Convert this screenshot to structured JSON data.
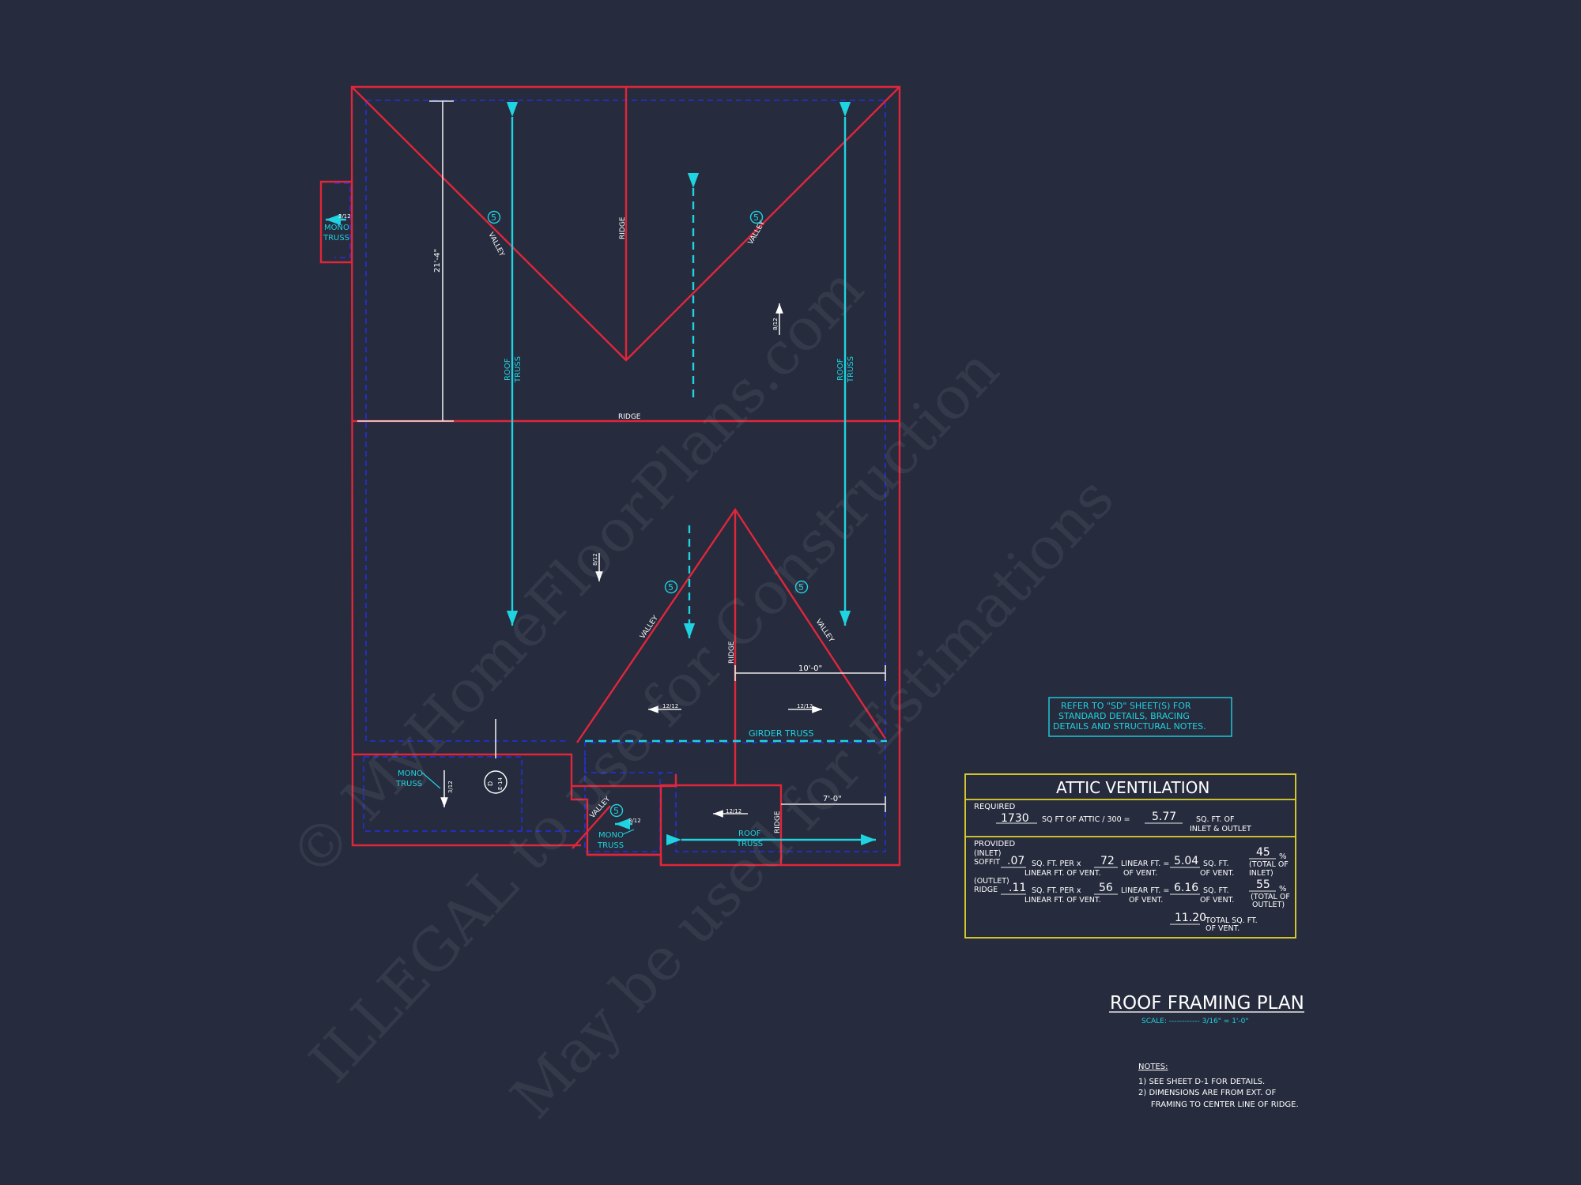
{
  "plan": {
    "labels": {
      "valley": "VALLEY",
      "ridge": "RIDGE",
      "roof_truss_1": "ROOF",
      "roof_truss_2": "TRUSS",
      "mono_1": "MONO",
      "mono_2": "TRUSS",
      "girder_truss": "GIRDER TRUSS",
      "circle_num": "5",
      "section_top": "D",
      "section_bottom": "E-14"
    },
    "pitches": {
      "p312": "3/12",
      "p812": "8/12",
      "p1212": "12/12"
    },
    "dimensions": {
      "d21_4": "21'-4\"",
      "d10_0": "10'-0\"",
      "d7_0": "7'-0\""
    }
  },
  "note_box": {
    "lines": [
      "REFER TO \"SD\" SHEET(S) FOR",
      "STANDARD DETAILS, BRACING",
      "DETAILS AND STRUCTURAL NOTES."
    ]
  },
  "attic_ventilation": {
    "title": "ATTIC VENTILATION",
    "required_label": "REQUIRED",
    "attic_sqft": "1730",
    "required_text": "SQ FT OF ATTIC / 300 =",
    "required_result": "5.77",
    "required_unit_1": "SQ. FT. OF",
    "required_unit_2": "INLET & OUTLET",
    "provided_label": "PROVIDED",
    "inlet_label_1": "(INLET)",
    "inlet_label_2": "SOFFIT",
    "inlet_per": ".07",
    "inlet_per_text_1": "SQ. FT. PER x",
    "inlet_per_text_2": "LINEAR FT. OF VENT.",
    "inlet_lf": "72",
    "inlet_lf_text_1": "LINEAR FT. =",
    "inlet_lf_text_2": "OF VENT.",
    "inlet_result": "5.04",
    "inlet_result_text_1": "SQ. FT.",
    "inlet_result_text_2": "OF VENT.",
    "inlet_pct": "45",
    "inlet_pct_sign": "%",
    "inlet_pct_text_1": "(TOTAL OF",
    "inlet_pct_text_2": "INLET)",
    "outlet_label_1": "(OUTLET)",
    "outlet_label_2": "RIDGE",
    "outlet_per": ".11",
    "outlet_per_text_1": "SQ. FT. PER x",
    "outlet_per_text_2": "LINEAR FT. OF VENT.",
    "outlet_lf": "56",
    "outlet_lf_text_1": "LINEAR FT. =",
    "outlet_lf_text_2": "OF VENT.",
    "outlet_result": "6.16",
    "outlet_result_text_1": "SQ. FT.",
    "outlet_result_text_2": "OF VENT.",
    "outlet_pct": "55",
    "outlet_pct_sign": "%",
    "outlet_pct_text_1": "(TOTAL OF",
    "outlet_pct_text_2": "OUTLET)",
    "total": "11.20",
    "total_text_1": "TOTAL SQ. FT.",
    "total_text_2": "OF VENT."
  },
  "title_block": {
    "title": "ROOF FRAMING PLAN",
    "scale": "SCALE: ------------ 3/16\" = 1'-0\""
  },
  "notes": {
    "heading": "NOTES:",
    "items": [
      "1)  SEE SHEET D-1 FOR DETAILS.",
      "2)  DIMENSIONS ARE FROM EXT. OF",
      "     FRAMING TO CENTER LINE OF RIDGE."
    ]
  },
  "watermark": {
    "line1": "© MyHomeFloorPlans.com",
    "line2": "ILLEGAL to use for Construction",
    "line3": "May be used for Estimations"
  },
  "colors": {
    "background": "#262b3d",
    "roof_line": "#e0263a",
    "truss_line": "#2230c8",
    "annotation": "#1fd3e0",
    "table_border": "#e5d52a"
  }
}
